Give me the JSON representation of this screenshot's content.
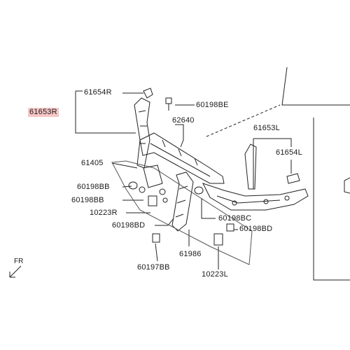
{
  "highlight_color": "#f7c6c6",
  "line_color": "#222222",
  "labels": {
    "p61654R": "61654R",
    "p61653R": "61653R",
    "p60198BE": "60198BE",
    "p62640": "62640",
    "p61653L": "61653L",
    "p61654L": "61654L",
    "p61405": "61405",
    "p60198BB_a": "60198BB",
    "p60198BB_b": "60198BB",
    "p10223R": "10223R",
    "p60198BD_a": "60198BD",
    "p60198BC": "60198BC",
    "p60198BD_b": "60198BD",
    "p61986": "61986",
    "p60197BB": "60197BB",
    "p10223L": "10223L"
  },
  "direction": {
    "text": "FR",
    "icon": "front-arrow-icon"
  }
}
